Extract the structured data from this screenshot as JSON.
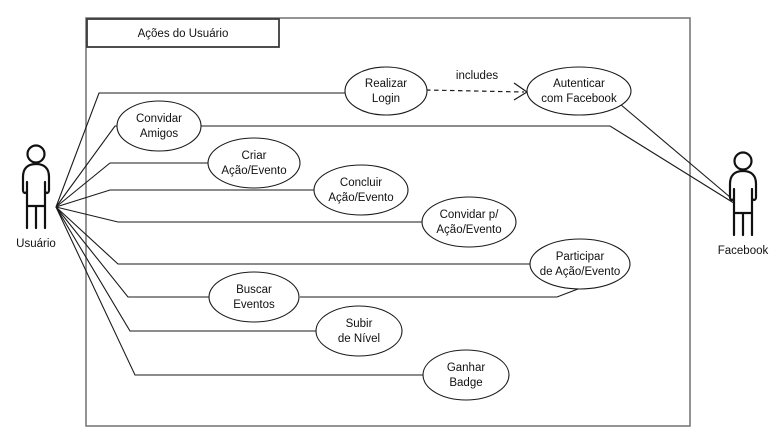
{
  "diagram": {
    "type": "uml-use-case-diagram",
    "boundary": {
      "title": "Ações do Usuário"
    },
    "actors": [
      {
        "id": "usuario",
        "label": "Usuário",
        "side": "left"
      },
      {
        "id": "facebook",
        "label": "Facebook",
        "side": "right"
      }
    ],
    "use_cases": [
      {
        "id": "realizar-login",
        "line1": "Realizar",
        "line2": "Login"
      },
      {
        "id": "autenticar-facebook",
        "line1": "Autenticar",
        "line2": "com Facebook"
      },
      {
        "id": "convidar-amigos",
        "line1": "Convidar",
        "line2": "Amigos"
      },
      {
        "id": "criar-acao-evento",
        "line1": "Criar",
        "line2": "Ação/Evento"
      },
      {
        "id": "concluir-acao-evento",
        "line1": "Concluir",
        "line2": "Ação/Evento"
      },
      {
        "id": "convidar-p-acao",
        "line1": "Convidar p/",
        "line2": "Ação/Evento"
      },
      {
        "id": "participar-acao",
        "line1": "Participar",
        "line2": "de Ação/Evento"
      },
      {
        "id": "buscar-eventos",
        "line1": "Buscar",
        "line2": "Eventos"
      },
      {
        "id": "subir-de-nivel",
        "line1": "Subir",
        "line2": "de Nível"
      },
      {
        "id": "ganhar-badge",
        "line1": "Ganhar",
        "line2": "Badge"
      }
    ],
    "relationships": [
      {
        "id": "includes-login-auth",
        "label": "includes",
        "from": "realizar-login",
        "to": "autenticar-facebook",
        "stereotype": "include"
      }
    ],
    "colors": {
      "stroke": "#1a1a1a",
      "boundary_stroke": "#7a7a7a",
      "title_stroke": "#3a3a3a",
      "background": "#ffffff"
    }
  }
}
